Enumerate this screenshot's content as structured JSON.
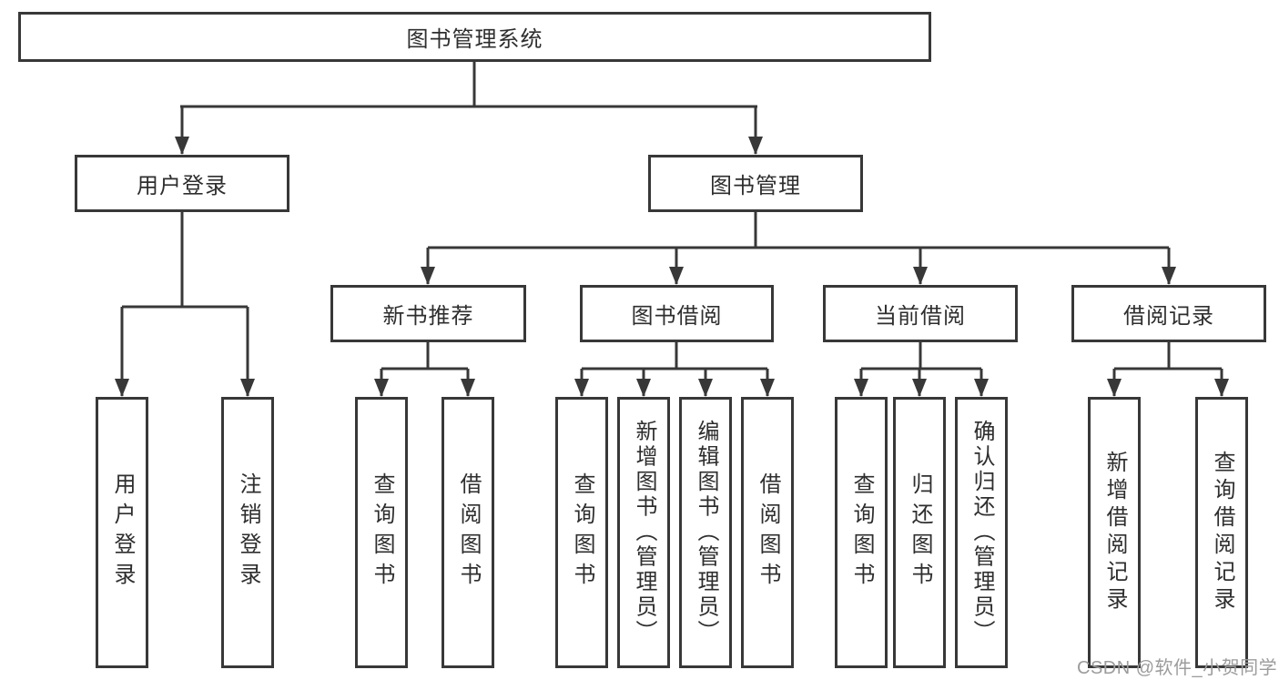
{
  "diagram": {
    "nodes": {
      "root": {
        "label": "图书管理系统"
      },
      "login": {
        "label": "用户登录"
      },
      "management": {
        "label": "图书管理"
      },
      "new_books": {
        "label": "新书推荐"
      },
      "book_borrow": {
        "label": "图书借阅"
      },
      "current_borrow": {
        "label": "当前借阅"
      },
      "borrow_records": {
        "label": "借阅记录"
      },
      "login_user_login": {
        "label": "用户登录"
      },
      "login_logout": {
        "label": "注销登录"
      },
      "new_query_book": {
        "label": "查询图书"
      },
      "new_borrow_book": {
        "label": "借阅图书"
      },
      "bb_query_book": {
        "label": "查询图书"
      },
      "bb_add_book": {
        "label": "新增图书（管理员）"
      },
      "bb_edit_book": {
        "label": "编辑图书（管理员）"
      },
      "bb_borrow_book": {
        "label": "借阅图书"
      },
      "cb_query_book": {
        "label": "查询图书"
      },
      "cb_return_book": {
        "label": "归还图书"
      },
      "cb_confirm_return": {
        "label": "确认归还（管理员）"
      },
      "rec_add_record": {
        "label": "新增借阅记录"
      },
      "rec_query_record": {
        "label": "查询借阅记录"
      }
    }
  },
  "watermark": {
    "text": "CSDN @软件_小贺同学"
  },
  "colors": {
    "line": "#383838",
    "text": "#2e2e2e",
    "watermark": "#9c9c9c",
    "background": "#ffffff"
  }
}
